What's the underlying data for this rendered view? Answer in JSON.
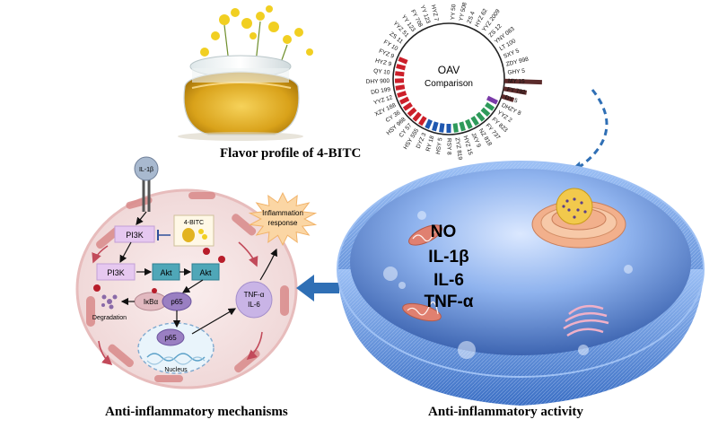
{
  "top": {
    "flavor_caption": "Flavor profile of 4-BITC",
    "oav_center": [
      "OAV",
      "Comparison"
    ],
    "oav_labels": [
      "YY 50",
      "YY 508",
      "ZS 4",
      "HYZ 62",
      "YYZ 2009",
      "ZS 12",
      "YNY 083",
      "LT 100",
      "SXY 5",
      "ZDY 998",
      "GHY 5",
      "MY 15",
      "FY 792",
      "DY 5",
      "DHZY 8",
      "YYZ 2",
      "FY 823",
      "FY 737",
      "NZ 818",
      "JXY 9",
      "HYZ 15",
      "ZYZ 819",
      "RSY 8",
      "HSY 5",
      "RY 18",
      "DYZ 3",
      "HSY 555",
      "CY 57",
      "HSY 968",
      "CY 36",
      "XZY 188",
      "YYZ 12",
      "DD 199",
      "DHY 900",
      "QY 10",
      "HYZ 9",
      "FYZ 9",
      "FY 10",
      "ZS 11",
      "YYZ 51",
      "YY 123",
      "FY 708",
      "YY 123",
      "HYZ 7"
    ]
  },
  "bottom_left": {
    "caption": "Anti-inflammatory mechanisms",
    "il1b": "IL-1β",
    "pi3k_top": "PI3K",
    "bitc_label": "4-BITC",
    "pi3k": "PI3K",
    "akt1": "Akt",
    "akt2": "Akt",
    "ikba": "IκBα",
    "p65_a": "p65",
    "p65_b": "p65",
    "degradation": "Degradation",
    "nucleus": "Nucleus",
    "tnf_il6": [
      "TNF-α",
      "IL-6"
    ],
    "inflammation": [
      "Inflammation",
      "response"
    ]
  },
  "bottom_right": {
    "caption": "Anti-inflammatory activity",
    "markers": [
      "NO",
      "IL-1β",
      "IL-6",
      "TNF-α"
    ]
  },
  "colors": {
    "bars_dark": "#5b2b2b",
    "bars_red": "#cc1f2a",
    "bars_blue": "#1f58b0",
    "bars_green": "#2e9a5a",
    "bars_purple": "#7a3aa8",
    "arrow_blue": "#2f6fb5",
    "cell_pink": "#f3dede",
    "organelle_pink": "#d98a8a",
    "node_purple": "#c9b4e6",
    "node_teal": "#4fa7b8",
    "dish_blue": "#3f74c9"
  }
}
